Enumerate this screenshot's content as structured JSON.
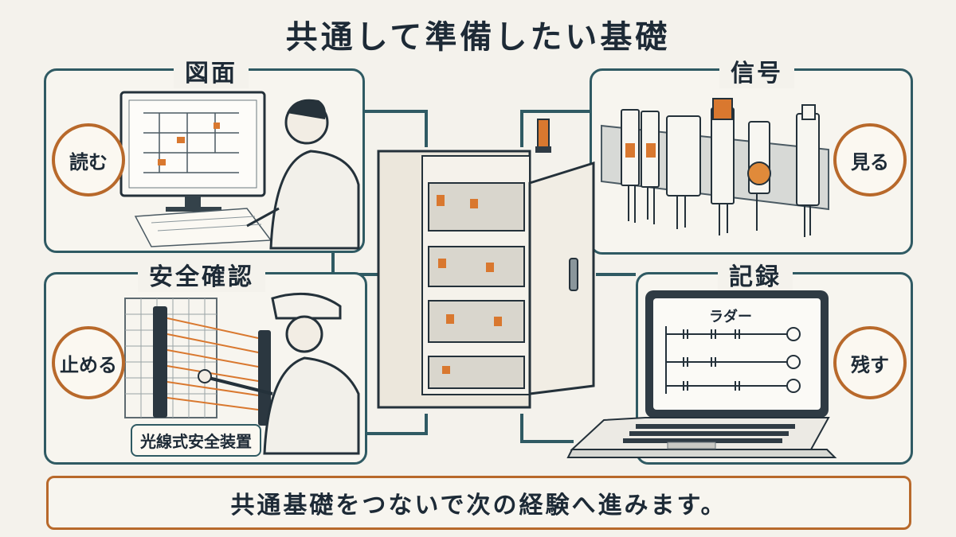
{
  "title": "共通して準備したい基礎",
  "panels": {
    "drawing": {
      "label": "図面",
      "badge": "読む"
    },
    "signal": {
      "label": "信号",
      "badge": "見る"
    },
    "safety": {
      "label": "安全確認",
      "badge": "止める",
      "device": "光線式安全装置"
    },
    "record": {
      "label": "記録",
      "badge": "残す",
      "screen": "ラダー"
    }
  },
  "caption": "共通基礎をつないで次の経験へ進みます。",
  "colors": {
    "frame": "#2f5a63",
    "accent": "#b8692b",
    "beam": "#d9782f"
  }
}
